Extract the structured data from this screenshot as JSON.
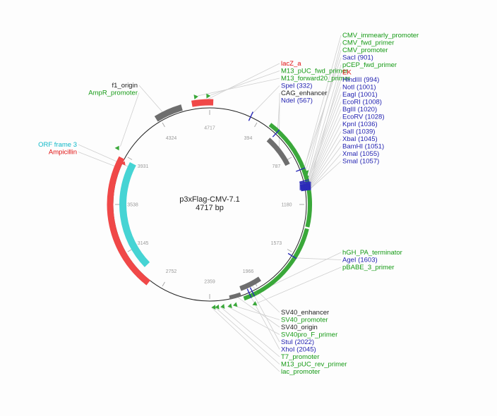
{
  "plasmid": {
    "name": "p3xFlag-CMV-7.1",
    "length_label": "4717 bp",
    "length": 4717
  },
  "colors": {
    "feature_green": "#3aa83a",
    "feature_red": "#f04848",
    "feature_cyan": "#46d4d4",
    "feature_gray": "#6e6e6e",
    "enzyme_blue": "#2a2ab8",
    "label_green": "#159a15",
    "label_red": "#e01010",
    "label_blue": "#1f1fb0",
    "label_black": "#222222",
    "label_cyan": "#10b8c8"
  },
  "tick_labels": [
    "4717",
    "394",
    "787",
    "1180",
    "1573",
    "1966",
    "2359",
    "2752",
    "3145",
    "3538",
    "3931",
    "4324"
  ],
  "labels": {
    "top_left": [
      {
        "text": "f1_origin",
        "color": "black"
      },
      {
        "text": "AmpR_promoter",
        "color": "green"
      }
    ],
    "left": [
      {
        "text": "ORF frame 3",
        "color": "cyan"
      },
      {
        "text": "Ampicillin",
        "color": "red"
      }
    ],
    "top_mid": [
      {
        "text": "lacZ_a",
        "color": "red"
      },
      {
        "text": "M13_pUC_fwd_primer",
        "color": "green"
      },
      {
        "text": "M13_forward20_primer",
        "color": "green"
      },
      {
        "text": "SpeI (332)",
        "color": "blue"
      },
      {
        "text": "CAG_enhancer",
        "color": "black"
      },
      {
        "text": "NdeI (567)",
        "color": "blue"
      }
    ],
    "top_right": [
      {
        "text": "CMV_immearly_promoter",
        "color": "green"
      },
      {
        "text": "CMV_fwd_primer",
        "color": "green"
      },
      {
        "text": "CMV_promoter",
        "color": "green"
      },
      {
        "text": "SacI (901)",
        "color": "blue"
      },
      {
        "text": "pCEP_fwd_primer",
        "color": "green"
      },
      {
        "text": "EK",
        "color": "red"
      },
      {
        "text": "HindIII (994)",
        "color": "blue"
      },
      {
        "text": "NotI (1001)",
        "color": "blue"
      },
      {
        "text": "EagI (1001)",
        "color": "blue"
      },
      {
        "text": "EcoRI (1008)",
        "color": "blue"
      },
      {
        "text": "BglII (1020)",
        "color": "blue"
      },
      {
        "text": "EcoRV (1028)",
        "color": "blue"
      },
      {
        "text": "KpnI (1036)",
        "color": "blue"
      },
      {
        "text": "SalI (1039)",
        "color": "blue"
      },
      {
        "text": "XbaI (1045)",
        "color": "blue"
      },
      {
        "text": "BamHI (1051)",
        "color": "blue"
      },
      {
        "text": "XmaI (1055)",
        "color": "blue"
      },
      {
        "text": "SmaI (1057)",
        "color": "blue"
      }
    ],
    "right": [
      {
        "text": "hGH_PA_terminator",
        "color": "green"
      },
      {
        "text": "AgeI (1603)",
        "color": "blue"
      },
      {
        "text": "pBABE_3_primer",
        "color": "green"
      }
    ],
    "bottom": [
      {
        "text": "SV40_enhancer",
        "color": "black"
      },
      {
        "text": "SV40_promoter",
        "color": "green"
      },
      {
        "text": "SV40_origin",
        "color": "black"
      },
      {
        "text": "SV40pro_F_primer",
        "color": "green"
      },
      {
        "text": "StuI (2022)",
        "color": "blue"
      },
      {
        "text": "XhoI (2045)",
        "color": "blue"
      },
      {
        "text": "T7_promoter",
        "color": "green"
      },
      {
        "text": "M13_pUC_rev_primer",
        "color": "green"
      },
      {
        "text": "lac_promoter",
        "color": "green"
      }
    ]
  }
}
